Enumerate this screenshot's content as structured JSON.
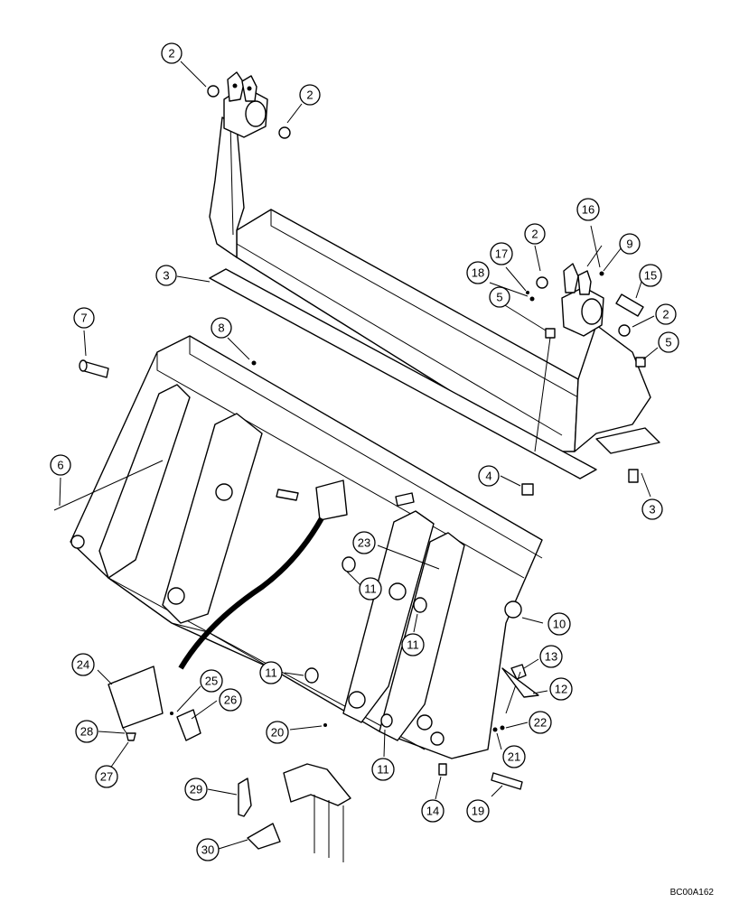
{
  "drawing_ref": "BC00A162",
  "callouts": [
    {
      "label": "2"
    },
    {
      "label": "2"
    },
    {
      "label": "2"
    },
    {
      "label": "2"
    },
    {
      "label": "3"
    },
    {
      "label": "3"
    },
    {
      "label": "4"
    },
    {
      "label": "5"
    },
    {
      "label": "5"
    },
    {
      "label": "6"
    },
    {
      "label": "7"
    },
    {
      "label": "8"
    },
    {
      "label": "9"
    },
    {
      "label": "10"
    },
    {
      "label": "11"
    },
    {
      "label": "11"
    },
    {
      "label": "11"
    },
    {
      "label": "11"
    },
    {
      "label": "12"
    },
    {
      "label": "13"
    },
    {
      "label": "14"
    },
    {
      "label": "15"
    },
    {
      "label": "16"
    },
    {
      "label": "17"
    },
    {
      "label": "18"
    },
    {
      "label": "19"
    },
    {
      "label": "20"
    },
    {
      "label": "21"
    },
    {
      "label": "22"
    },
    {
      "label": "23"
    },
    {
      "label": "24"
    },
    {
      "label": "25"
    },
    {
      "label": "26"
    },
    {
      "label": "27"
    },
    {
      "label": "28"
    },
    {
      "label": "29"
    },
    {
      "label": "30"
    }
  ]
}
